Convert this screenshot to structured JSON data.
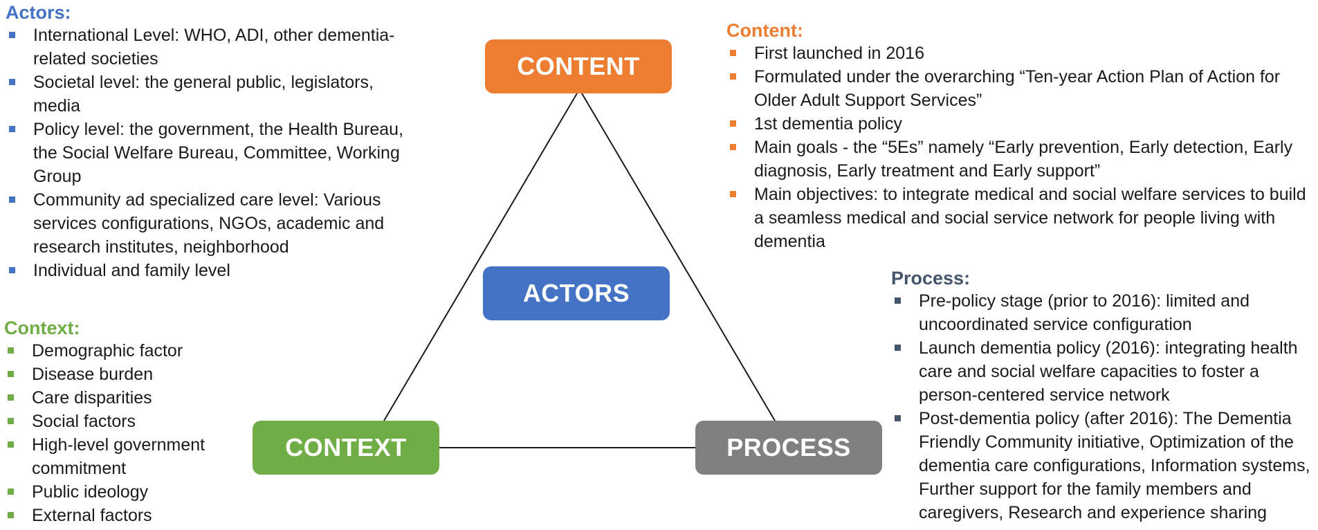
{
  "nodes": {
    "content": "CONTENT",
    "actors": "ACTORS",
    "context": "CONTEXT",
    "process": "PROCESS"
  },
  "actors": {
    "title": "Actors:",
    "items": [
      "International Level: WHO, ADI, other dementia-related societies",
      "Societal level: the general public, legislators, media",
      "Policy level: the government, the Health Bureau, the Social Welfare Bureau, Committee, Working Group",
      "Community ad specialized care level: Various services configurations, NGOs, academic and research institutes, neighborhood",
      "Individual and family level"
    ]
  },
  "context": {
    "title": "Context:",
    "items": [
      "Demographic factor",
      "Disease burden",
      "Care disparities",
      "Social factors",
      "High-level government commitment",
      "Public ideology",
      "External factors"
    ]
  },
  "content": {
    "title": "Content:",
    "items": [
      "First launched in 2016",
      "Formulated under the overarching “Ten-year Action Plan of Action for Older Adult Support Services”",
      "1st dementia policy",
      "Main goals - the “5Es” namely “Early prevention, Early detection, Early diagnosis, Early treatment and Early support”",
      "Main objectives: to integrate medical and social welfare services to build a seamless medical and social service network for people living with dementia"
    ]
  },
  "process": {
    "title": "Process:",
    "items": [
      "Pre-policy stage (prior to 2016): limited and uncoordinated service configuration",
      "Launch dementia policy (2016): integrating health care and social welfare capacities to foster a person-centered service network",
      "Post-dementia policy (after 2016): The Dementia Friendly Community initiative, Optimization of the dementia care configurations, Information systems, Further support for the family members and caregivers, Research and experience sharing"
    ]
  },
  "colors": {
    "actors": "#4472c4",
    "context": "#70ad47",
    "content": "#ed7d31",
    "process": "#808080",
    "process_heading": "#44546a"
  }
}
